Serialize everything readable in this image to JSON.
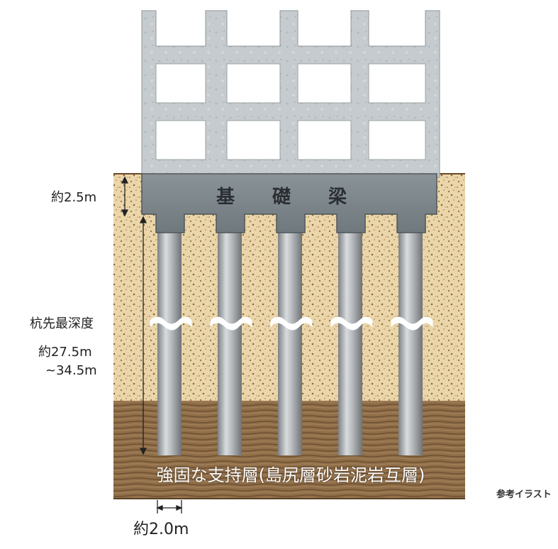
{
  "labels": {
    "beam": "基 礎 梁",
    "depth_beam": "約2.5m",
    "pile_depth_title": "杭先最深度",
    "pile_depth_range_1": "約27.5m",
    "pile_depth_range_2": "~34.5m",
    "bearing_stratum": "強固な支持層(島尻層砂岩泥岩互層)",
    "pile_spacing": "約2.0m",
    "note": "参考イラスト"
  },
  "colors": {
    "soil_light": "#e8d3a6",
    "soil_dark": "#8a6a44",
    "concrete_frame": "#c3c9cc",
    "foundation_beam": "#7b8388",
    "pile": "#a9adb0"
  }
}
